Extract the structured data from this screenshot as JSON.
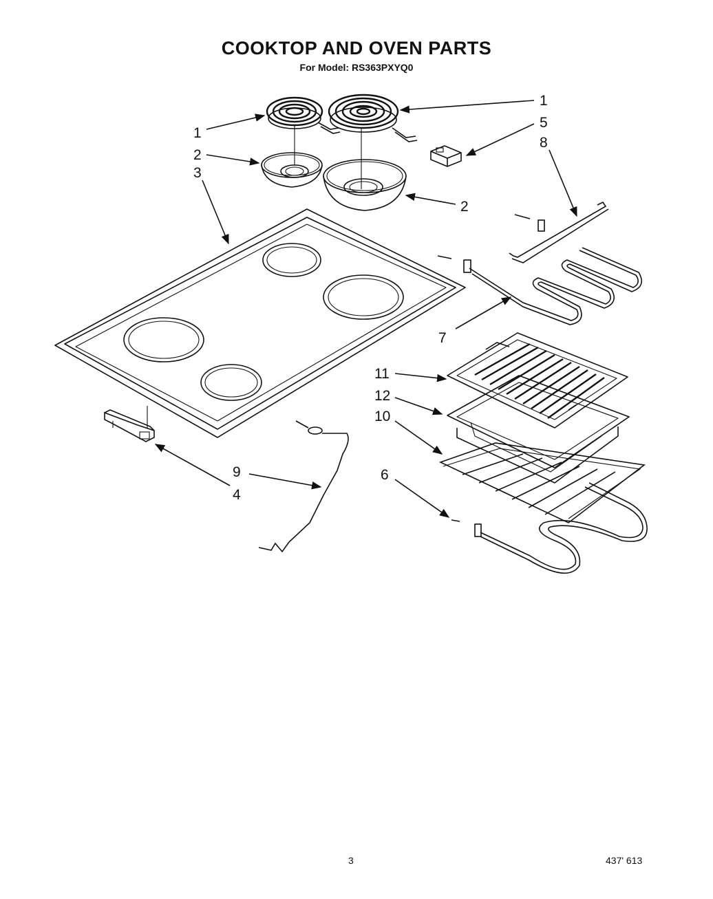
{
  "header": {
    "title": "COOKTOP AND OVEN PARTS",
    "subtitle": "For Model: RS363PXYQ0"
  },
  "footer": {
    "page_number": "3",
    "doc_number": "437' 613"
  },
  "callouts": {
    "c1a": "1",
    "c1b": "1",
    "c2a": "2",
    "c2b": "2",
    "c3": "3",
    "c4": "4",
    "c5": "5",
    "c6": "6",
    "c7": "7",
    "c8": "8",
    "c9": "9",
    "c10": "10",
    "c11": "11",
    "c12": "12"
  }
}
